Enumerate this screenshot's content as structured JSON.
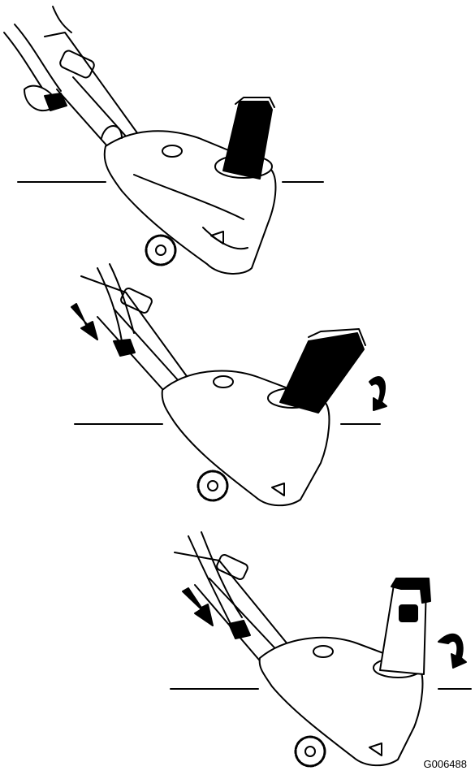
{
  "figure": {
    "id_label": "G006488",
    "panels": [
      {
        "name": "step-1",
        "chute_state": "chute-forward",
        "arrow": false
      },
      {
        "name": "step-2",
        "chute_state": "chute-tilting",
        "arrow": true
      },
      {
        "name": "step-3",
        "chute_state": "chute-upright",
        "arrow": true
      }
    ],
    "colors": {
      "ink": "#000000",
      "paper": "#ffffff"
    }
  }
}
